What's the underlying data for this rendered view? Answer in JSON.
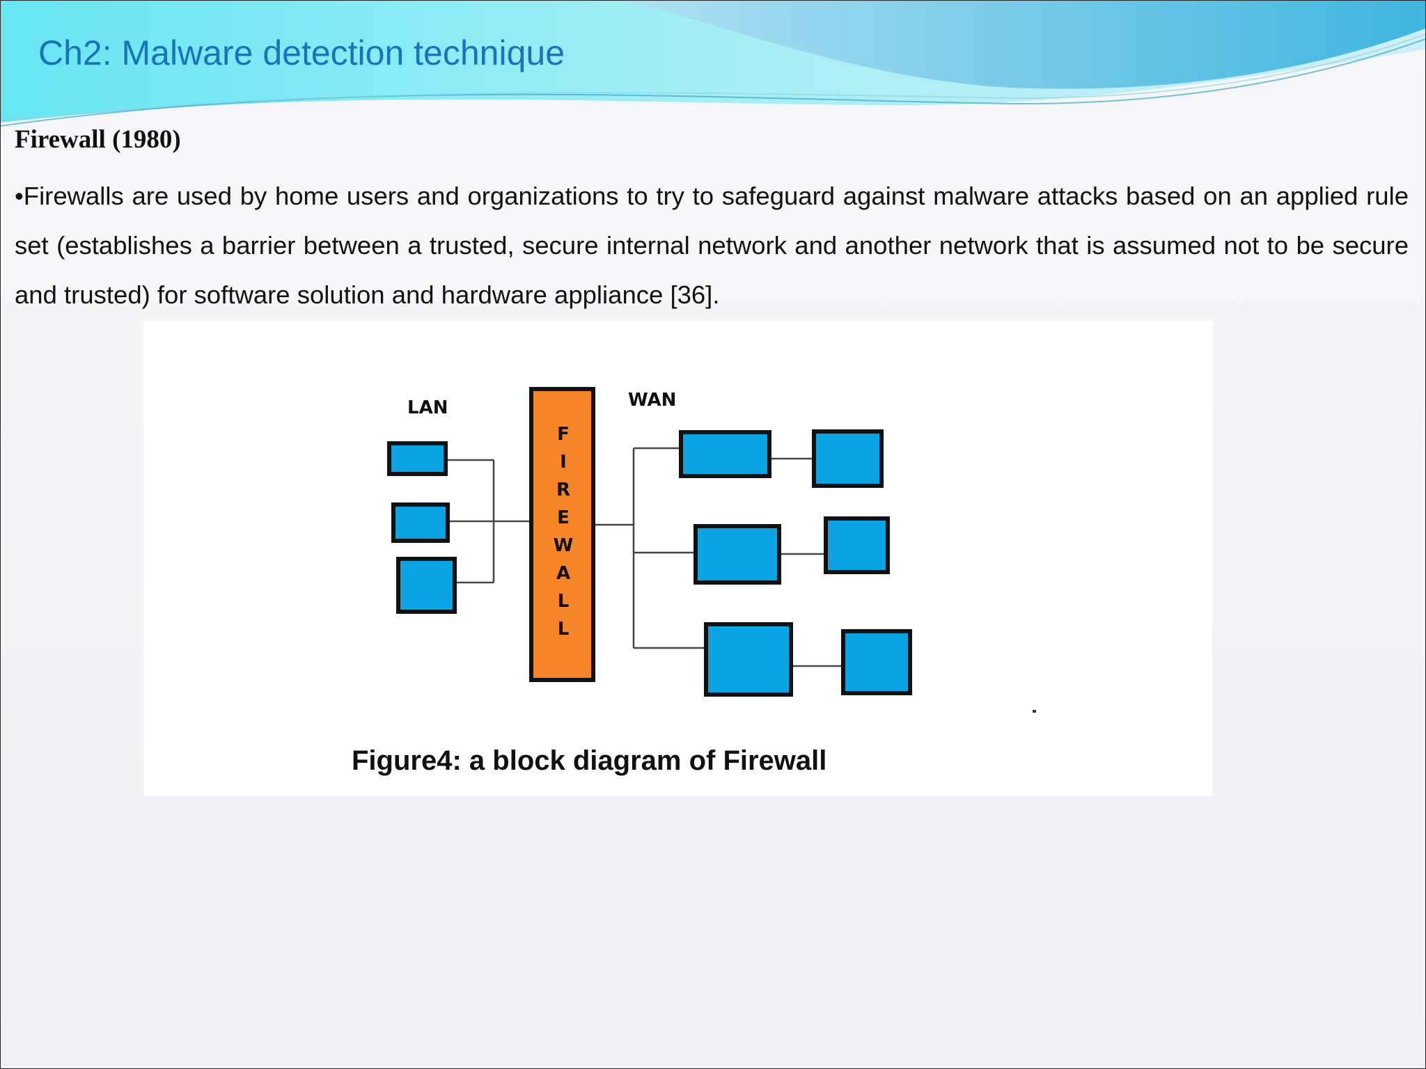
{
  "slide": {
    "title": "Ch2: Malware detection technique",
    "section_heading": "Firewall (1980)",
    "bullet_text": "•Firewalls are used by home users and organizations to try to safeguard against malware attacks based on an applied rule set (establishes a barrier between a trusted, secure internal network and another network that is assumed not to be secure and trusted) for software solution and hardware appliance [36]."
  },
  "figure": {
    "caption": "Figure4: a block diagram of Firewall",
    "lan_label": "LAN",
    "wan_label": "WAN",
    "firewall_letters": [
      "F",
      "I",
      "R",
      "E",
      "W",
      "A",
      "L",
      "L"
    ],
    "colors": {
      "node": "#0aa4e4",
      "firewall": "#f5862a",
      "outline": "#111111",
      "title": "#1a73b8"
    }
  }
}
